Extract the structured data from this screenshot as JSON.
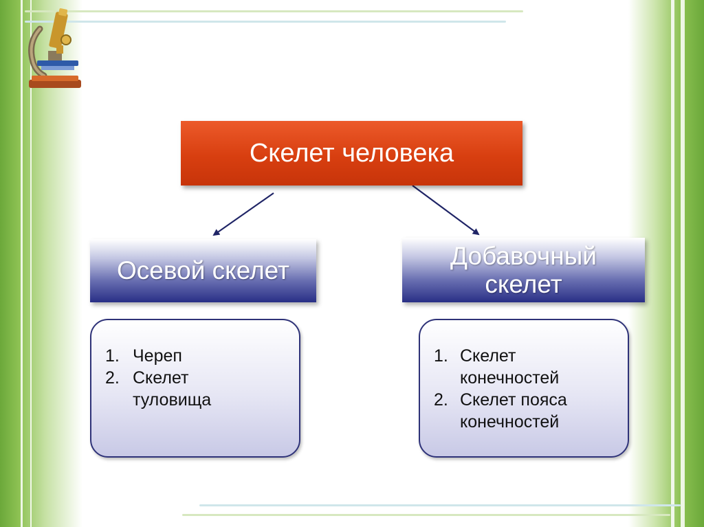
{
  "diagram": {
    "title": "Скелет человека",
    "branches": [
      {
        "label": "Осевой скелет",
        "items": [
          {
            "num": "1.",
            "text": "Череп"
          },
          {
            "num": "2.",
            "text": "Скелет туловища"
          }
        ]
      },
      {
        "label": "Добавочный скелет",
        "items": [
          {
            "num": "1.",
            "text": "Скелет конечностей"
          },
          {
            "num": "2.",
            "text": "Скелет пояса конечностей"
          }
        ]
      }
    ]
  },
  "decor": {
    "logo_icon": "microscope-icon",
    "colors": {
      "title_box": "#d83f10",
      "branch_box": "#292f86",
      "list_border": "#2e3278",
      "side_green": "#8cc152",
      "arrow": "#1f2466"
    }
  }
}
